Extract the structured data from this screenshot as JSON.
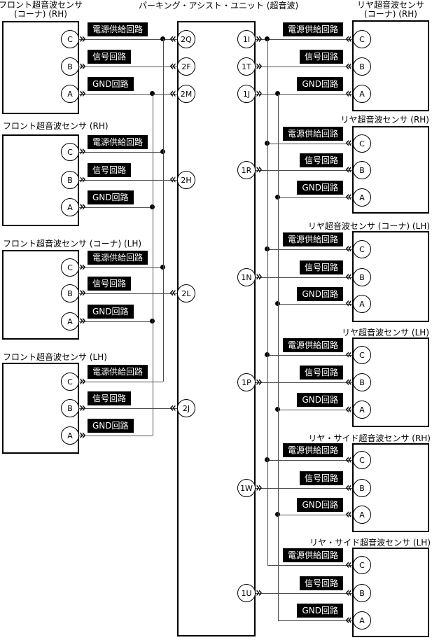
{
  "unit": {
    "title": "パーキング・アシスト・ユニット (超音波)"
  },
  "terminal_labels": {
    "c": "C",
    "b": "B",
    "a": "A"
  },
  "circuit_labels": {
    "power": "電源供給回路",
    "signal": "信号回路",
    "ground": "GND回路"
  },
  "sensors_left": [
    {
      "title_lines": [
        "フロント超音波センサ",
        "(コーナ) (RH)"
      ],
      "pins": {
        "c": "2Q",
        "b": "2F",
        "a": "2M"
      }
    },
    {
      "title_lines": [
        "フロント超音波センサ (RH)"
      ],
      "pins": {
        "b": "2H"
      }
    },
    {
      "title_lines": [
        "フロント超音波センサ (コーナ) (LH)"
      ],
      "pins": {
        "b": "2L"
      }
    },
    {
      "title_lines": [
        "フロント超音波センサ (LH)"
      ],
      "pins": {
        "b": "2J"
      }
    }
  ],
  "sensors_right": [
    {
      "title_lines": [
        "リヤ超音波センサ",
        "(コーナ) (RH)"
      ],
      "pins": {
        "c": "1I",
        "b": "1T",
        "a": "1J"
      }
    },
    {
      "title_lines": [
        "リヤ超音波センサ (RH)"
      ],
      "pins": {
        "b": "1R"
      }
    },
    {
      "title_lines": [
        "リヤ超音波センサ (コーナ) (LH)"
      ],
      "pins": {
        "b": "1N"
      }
    },
    {
      "title_lines": [
        "リヤ超音波センサ (LH)"
      ],
      "pins": {
        "b": "1P"
      }
    },
    {
      "title_lines": [
        "リヤ・サイド超音波センサ (RH)"
      ],
      "pins": {
        "b": "1W"
      }
    },
    {
      "title_lines": [
        "リヤ・サイド超音波センサ (LH)"
      ],
      "pins": {
        "b": "1U"
      }
    }
  ]
}
